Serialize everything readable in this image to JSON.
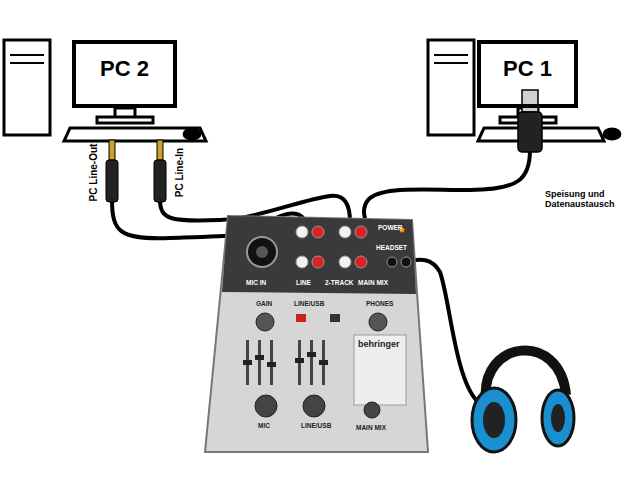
{
  "diagram": {
    "nodes": [
      {
        "text": [
          "PC 2"
        ]
      },
      {
        "text": [
          "PC 1"
        ]
      }
    ],
    "labels": [
      "PC Line-Out",
      "PC Line-In",
      "Speisung und Datenaustausch",
      "MIC IN",
      "LINE",
      "2-TRACK",
      "MAIN MIX",
      "POWER",
      "HEADSET",
      "GAIN",
      "LINE/USB",
      "PHONES",
      "behringer",
      "MIC",
      "LINE/USB",
      "MAIN MIX"
    ]
  }
}
